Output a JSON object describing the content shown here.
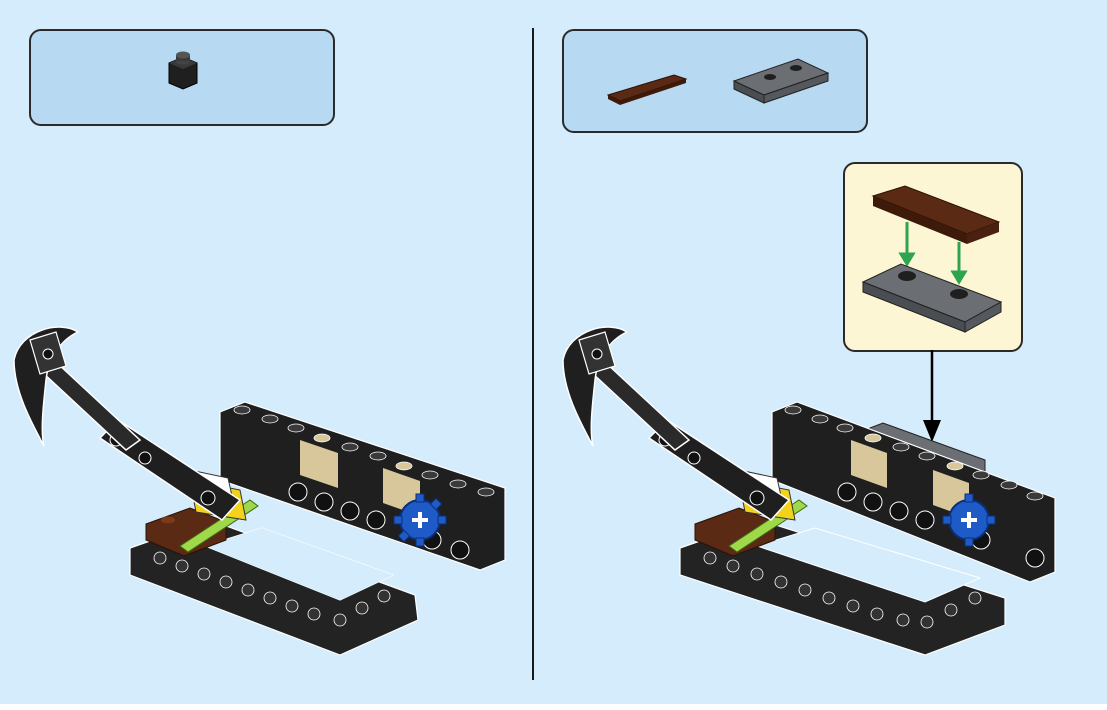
{
  "steps": [
    {
      "id": "left",
      "parts": [
        {
          "name": "black-brick-1x1",
          "color": "#2b2b2b",
          "qty_shown": 1
        }
      ],
      "model": "anchor-crossbow-frame"
    },
    {
      "id": "right",
      "parts": [
        {
          "name": "brown-tile-1x4",
          "color": "#5a2a14",
          "qty_shown": 1
        },
        {
          "name": "dark-gray-plate-2x4",
          "color": "#6b6f74",
          "qty_shown": 1
        }
      ],
      "callout": "tile-onto-plate-subassembly",
      "model": "anchor-crossbow-frame-with-plate"
    }
  ],
  "colors": {
    "background": "#d4ecfb",
    "parts_box": "#b8d9f2",
    "callout": "#fdf6d5",
    "black_brick": "#1f1f1f",
    "tan": "#d8c79a",
    "yellow": "#f2d21a",
    "lime": "#9fd94a",
    "blue_gear": "#1e5bc6",
    "green_arrow": "#2ea44f"
  }
}
